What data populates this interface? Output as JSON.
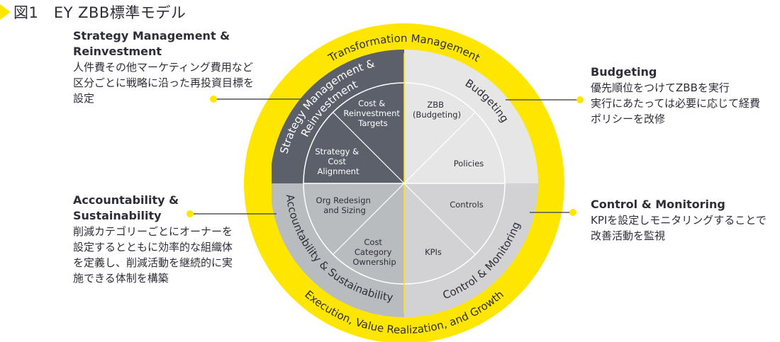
{
  "figure": {
    "title": "図1　EY ZBB標準モデル"
  },
  "callouts": [
    {
      "heading_lines": [
        "Strategy Management &",
        "Reinvestment"
      ],
      "body_lines": [
        "人件費その他マーケティング費用など",
        "区分ごとに戦略に沿った再投資目標を",
        "設定"
      ]
    },
    {
      "heading_lines": [
        "Accountability &",
        "Sustainability"
      ],
      "body_lines": [
        "削減カテゴリーごとにオーナーを",
        "設定するとともに効率的な組織体",
        "を定義し、削減活動を継続的に実",
        "施できる体制を構築"
      ]
    },
    {
      "heading_lines": [
        "Budgeting"
      ],
      "body_lines": [
        "優先順位をつけてZBBを実行",
        "実行にあたっては必要に応じて経費",
        "ポリシーを改修"
      ]
    },
    {
      "heading_lines": [
        "Control & Monitoring"
      ],
      "body_lines": [
        "KPIを設定しモニタリングすることで",
        "改善活動を監視"
      ]
    }
  ],
  "wheel": {
    "outer_ring": {
      "top_label": "Transformation Management",
      "bottom_label": "Execution, Value Realization, and Growth"
    },
    "quadrants": [
      {
        "name": "Strategy Management & Reinvestment",
        "arc_lines": [
          "Strategy Management &",
          "Reinvestment"
        ],
        "color": "#5b606b"
      },
      {
        "name": "Budgeting",
        "arc_lines": [
          "Budgeting"
        ],
        "color": "#e6e6e6"
      },
      {
        "name": "Control & Monitoring",
        "arc_lines": [
          "Control & Monitoring"
        ],
        "color": "#d2d2d4"
      },
      {
        "name": "Accountability & Sustainability",
        "arc_lines": [
          "Accountability & Sustainability"
        ],
        "color": "#b9bcbf"
      }
    ],
    "segments": [
      {
        "lines": [
          "Cost &",
          "Reinvestment",
          "Targets"
        ]
      },
      {
        "lines": [
          "Strategy &",
          "Cost",
          "Alignment"
        ]
      },
      {
        "lines": [
          "ZBB",
          "(Budgeting)"
        ]
      },
      {
        "lines": [
          "Policies"
        ]
      },
      {
        "lines": [
          "Controls"
        ]
      },
      {
        "lines": [
          "KPIs"
        ]
      },
      {
        "lines": [
          "Org Redesign",
          "and Sizing"
        ]
      },
      {
        "lines": [
          "Cost",
          "Category",
          "Ownership"
        ]
      }
    ]
  },
  "colors": {
    "accent_yellow": "#ffe600",
    "text_dark": "#2e2e38",
    "quadrant_dark": "#5b606b",
    "quadrant_light": "#e6e6e6",
    "quadrant_mid": "#d2d2d4",
    "quadrant_gray": "#b9bcbf"
  }
}
